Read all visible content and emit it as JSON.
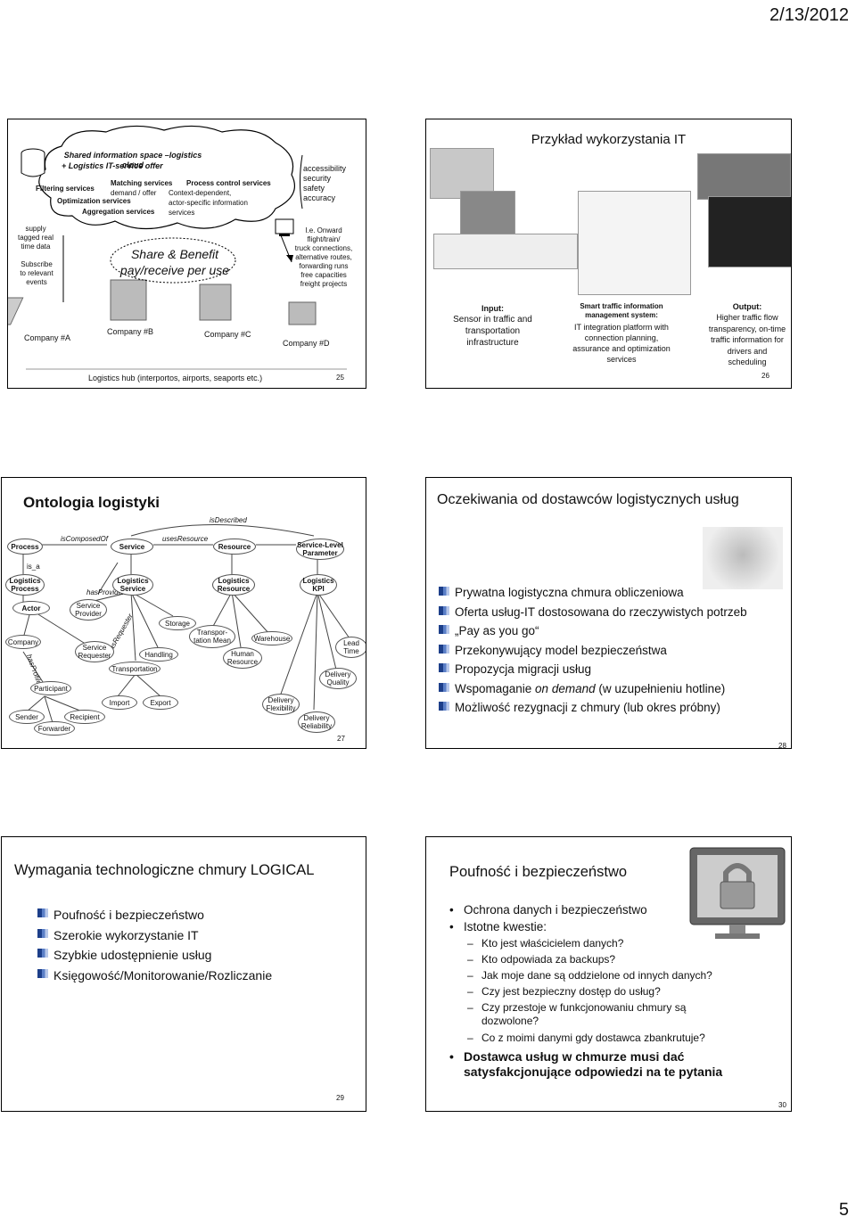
{
  "header": {
    "date": "2/13/2012",
    "page_number": "5"
  },
  "slide25": {
    "cloud_title_1": "Shared information space –logistics cloud",
    "cloud_title_2": "+ Logistics IT-service offer",
    "filtering": "Filtering services",
    "matching": "Matching services",
    "demand_offer": "demand / offer",
    "process_control": "Process control services",
    "context": "Context-dependent,",
    "actor_specific": "actor-specific information",
    "services": "services",
    "optimization": "Optimization services",
    "aggregation": "Aggregation services",
    "left_label_1": "supply",
    "left_label_2": "tagged real",
    "left_label_3": "time data",
    "left_label_4": "Subscribe",
    "left_label_5": "to relevant",
    "left_label_6": "events",
    "share_1": "Share & Benefit",
    "share_2": "pay/receive per use",
    "right_top": [
      "accessibility",
      "security",
      "safety",
      "accuracy"
    ],
    "right_bottom": [
      "I.e. Onward",
      "flight/train/",
      "truck connections,",
      "alternative routes,",
      "forwarding runs",
      "free capacities",
      "freight projects"
    ],
    "company_a": "Company #A",
    "company_b": "Company #B",
    "company_c": "Company #C",
    "company_d": "Company #D",
    "hub": "Logistics hub (interportos, airports, seaports etc.)",
    "number": "25"
  },
  "slide26": {
    "title": "Przykład wykorzystania IT",
    "input_title": "Input:",
    "input_text": "Sensor in traffic and transportation infrastructure",
    "smart_title": "Smart traffic information management system:",
    "smart_text": "IT integration platform with connection planning, assurance and optimization services",
    "output_title": "Output:",
    "output_text": "Higher traffic flow transparency, on-time traffic information for drivers and scheduling",
    "number": "26"
  },
  "slide27": {
    "title": "Ontologia logistyki",
    "number": "27",
    "edges": {
      "isDescribed": "isDescribed",
      "isComposedOf": "isComposedOf",
      "usesResource": "usesResource",
      "hasProvider": "hasProvider",
      "hasRequester": "hasRequester",
      "hasProfile": "hasProfile",
      "is_a": "is_a"
    },
    "nodes": {
      "process": "Process",
      "service": "Service",
      "resource": "Resource",
      "slp": "Service-Level Parameter",
      "logproc": "Logistics Process",
      "logserv": "Logistics Service",
      "logres": "Logistics Resource",
      "logkpi": "Logistics KPI",
      "actor": "Actor",
      "provider": "Service Provider",
      "requester": "Service Requester",
      "company": "Company",
      "participant": "Participant",
      "sender": "Sender",
      "recipient": "Recipient",
      "forwarder": "Forwarder",
      "storage": "Storage",
      "handling": "Handling",
      "transportation": "Transportation",
      "import": "Import",
      "export": "Export",
      "transport_means": "Transpor-tation Mean",
      "human": "Human Resource",
      "warehouse": "Warehouse",
      "lead": "Lead Time",
      "quality": "Delivery Quality",
      "flex": "Delivery Flexibility",
      "reliab": "Delivery Reliability"
    }
  },
  "slide28": {
    "title": "Oczekiwania od dostawców logistycznych usług",
    "bullets": [
      "Prywatna logistyczna chmura obliczeniowa",
      "Oferta usług-IT dostosowana do rzeczywistych potrzeb",
      "„Pay as you go“",
      "Przekonywujący model bezpieczeństwa",
      "Propozycja migracji usług"
    ],
    "bullet6_a": "Wspomaganie ",
    "bullet6_b": "on demand",
    "bullet6_c": " (w uzupełnieniu hotline)",
    "bullet7": "Możliwość rezygnacji z chmury (lub okres próbny)",
    "number": "28"
  },
  "slide29": {
    "title": "Wymagania technologiczne chmury LOGICAL",
    "bullets": [
      "Poufność i bezpieczeństwo",
      "Szerokie wykorzystanie IT",
      "Szybkie udostępnienie usług",
      "Księgowość/Monitorowanie/Rozliczanie"
    ],
    "number": "29"
  },
  "slide30": {
    "title": "Poufność i bezpieczeństwo",
    "b1": "Ochrona danych i bezpieczeństwo",
    "b2": "Istotne kwestie:",
    "sub": [
      "Kto jest właścicielem danych?",
      "Kto odpowiada za backups?",
      "Jak moje dane są oddzielone od innych danych?",
      "Czy jest bezpieczny dostęp do usług?",
      "Czy przestoje w funkcjonowaniu chmury są dozwolone?",
      "Co z moimi danymi gdy dostawca zbankrutuje?"
    ],
    "b3": "Dostawca usług w chmurze musi dać satysfakcjonujące odpowiedzi na te pytania",
    "number": "30"
  }
}
